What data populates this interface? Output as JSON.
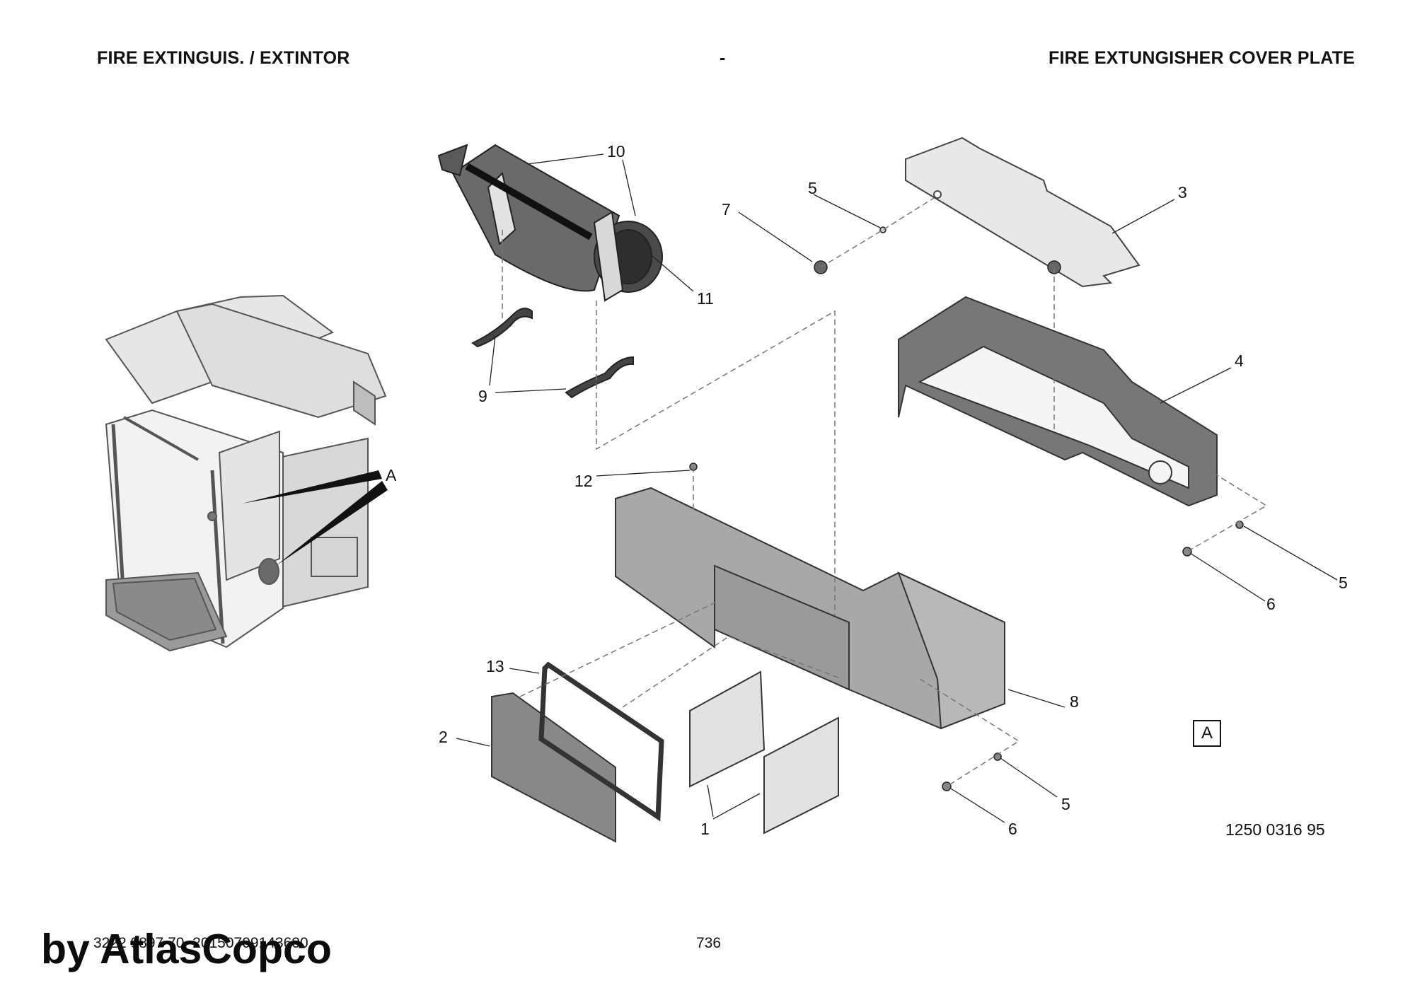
{
  "header": {
    "left": "FIRE EXTINGUIS. / EXTINTOR",
    "middle": "-",
    "right": "FIRE EXTUNGISHER COVER PLATE"
  },
  "callouts": {
    "c1": "1",
    "c2": "2",
    "c3": "3",
    "c4": "4",
    "c5a": "5",
    "c5b": "5",
    "c5c": "5",
    "c6a": "6",
    "c6b": "6",
    "c7": "7",
    "c8": "8",
    "c9": "9",
    "c10": "10",
    "c11": "11",
    "c12": "12",
    "c13": "13",
    "detail_marker": "A"
  },
  "view_badge": "A",
  "reference_number": "1250 0316 95",
  "footer": {
    "code": "3222 9897 70_20150709143600",
    "page": "736"
  },
  "watermark": "by AtlasCopco"
}
